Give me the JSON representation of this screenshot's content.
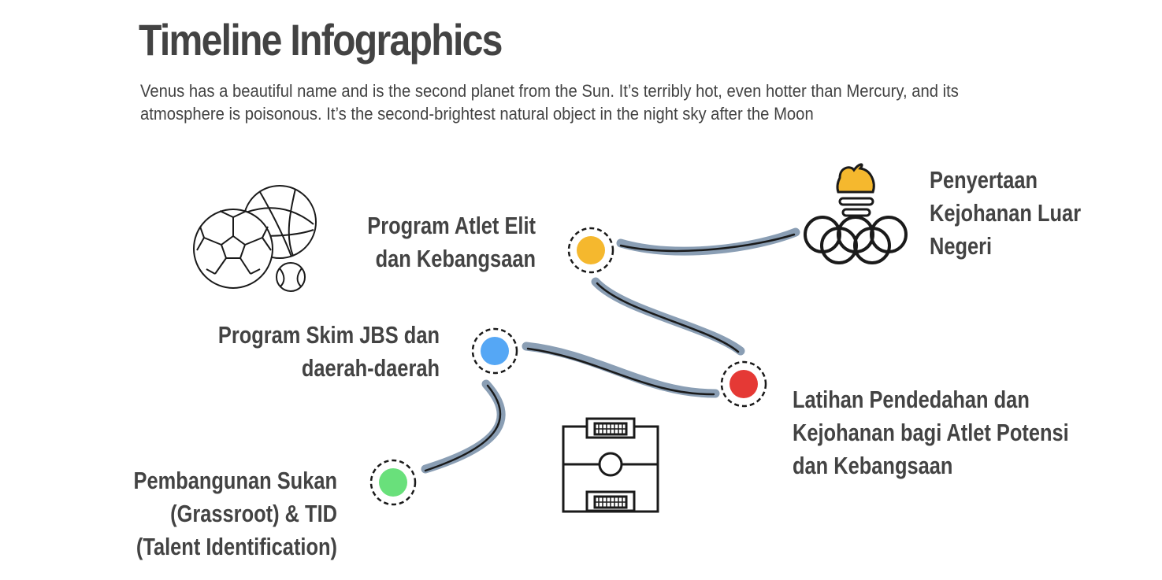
{
  "header": {
    "title": "Timeline Infographics",
    "description": "Venus has a beautiful name and is the second planet from the Sun. It’s terribly hot, even hotter than Mercury, and its atmosphere is poisonous. It’s the second-brightest natural object in the night sky after the Moon"
  },
  "milestones": [
    {
      "lines": [
        "Program Atlet Elit",
        "dan Kebangsaan"
      ],
      "color": "#f5b82e",
      "icon": "sports-balls-icon"
    },
    {
      "lines": [
        "Penyertaan",
        "Kejohanan Luar",
        "Negeri"
      ],
      "color": "#f5b82e",
      "icon": "olympic-torch-rings-icon"
    },
    {
      "lines": [
        "Program Skim JBS dan",
        "daerah-daerah"
      ],
      "color": "#55a7f5"
    },
    {
      "lines": [
        "Latihan Pendedahan dan",
        "Kejohanan bagi  Atlet Potensi",
        "dan Kebangsaan"
      ],
      "color": "#e53935",
      "icon": "football-field-icon"
    },
    {
      "lines": [
        "Pembangunan Sukan",
        "(Grassroot) & TID",
        "(Talent Identification)"
      ],
      "color": "#69e07b"
    }
  ],
  "style": {
    "path_color": "#8a9eb4",
    "dot_border": "#1a1a1a"
  }
}
